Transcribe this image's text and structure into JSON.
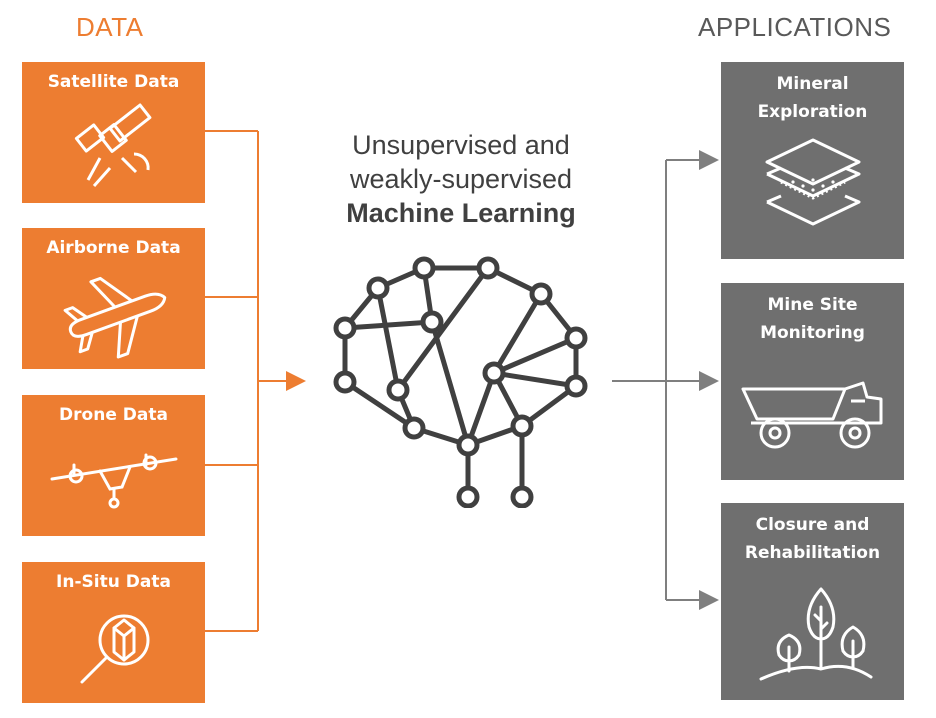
{
  "titles": {
    "data": "DATA",
    "applications": "APPLICATIONS"
  },
  "center": {
    "line1": "Unsupervised and",
    "line2": "weakly-supervised",
    "line3": "Machine Learning"
  },
  "data_sources": [
    {
      "label": "Satellite Data",
      "icon": "satellite-icon"
    },
    {
      "label": "Airborne Data",
      "icon": "airplane-icon"
    },
    {
      "label": "Drone Data",
      "icon": "drone-icon"
    },
    {
      "label": "In-Situ Data",
      "icon": "magnifier-crystal-icon"
    }
  ],
  "applications": [
    {
      "label_line1": "Mineral",
      "label_line2": "Exploration",
      "icon": "layers-icon"
    },
    {
      "label_line1": "Mine Site",
      "label_line2": "Monitoring",
      "icon": "haul-truck-icon"
    },
    {
      "label_line1": "Closure and",
      "label_line2": "Rehabilitation",
      "icon": "trees-icon"
    }
  ],
  "colors": {
    "data_accent": "#ED7D31",
    "app_fill": "#6F6F6F",
    "brain_stroke": "#404040",
    "title_gray": "#595959"
  }
}
